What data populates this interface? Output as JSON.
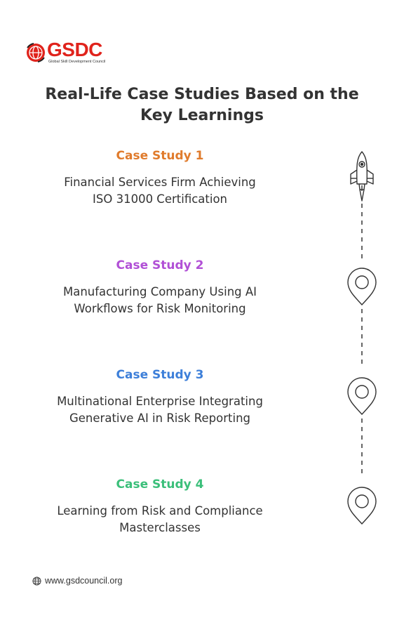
{
  "brand": {
    "name": "GSDC",
    "tagline": "Global Skill Development Council",
    "color": "#e0231c"
  },
  "title": "Real-Life Case Studies Based on the Key Learnings",
  "case_studies": [
    {
      "label": "Case Study 1",
      "color": "#e07b2c",
      "lines": [
        "Financial Services Firm Achieving",
        "ISO 31000 Certification"
      ],
      "icon": "rocket-icon"
    },
    {
      "label": "Case Study 2",
      "color": "#b150d6",
      "lines": [
        "Manufacturing Company Using AI",
        "Workflows for Risk Monitoring"
      ],
      "icon": "location-pin-icon"
    },
    {
      "label": "Case Study 3",
      "color": "#3d7fd9",
      "lines": [
        "Multinational Enterprise Integrating",
        "Generative AI in Risk Reporting"
      ],
      "icon": "location-pin-icon"
    },
    {
      "label": "Case Study 4",
      "color": "#3bbf7a",
      "lines": [
        "Learning from Risk and Compliance",
        "Masterclasses"
      ],
      "icon": "location-pin-icon"
    }
  ],
  "footer": {
    "url": "www.gsdcouncil.org",
    "icon": "globe-icon"
  }
}
